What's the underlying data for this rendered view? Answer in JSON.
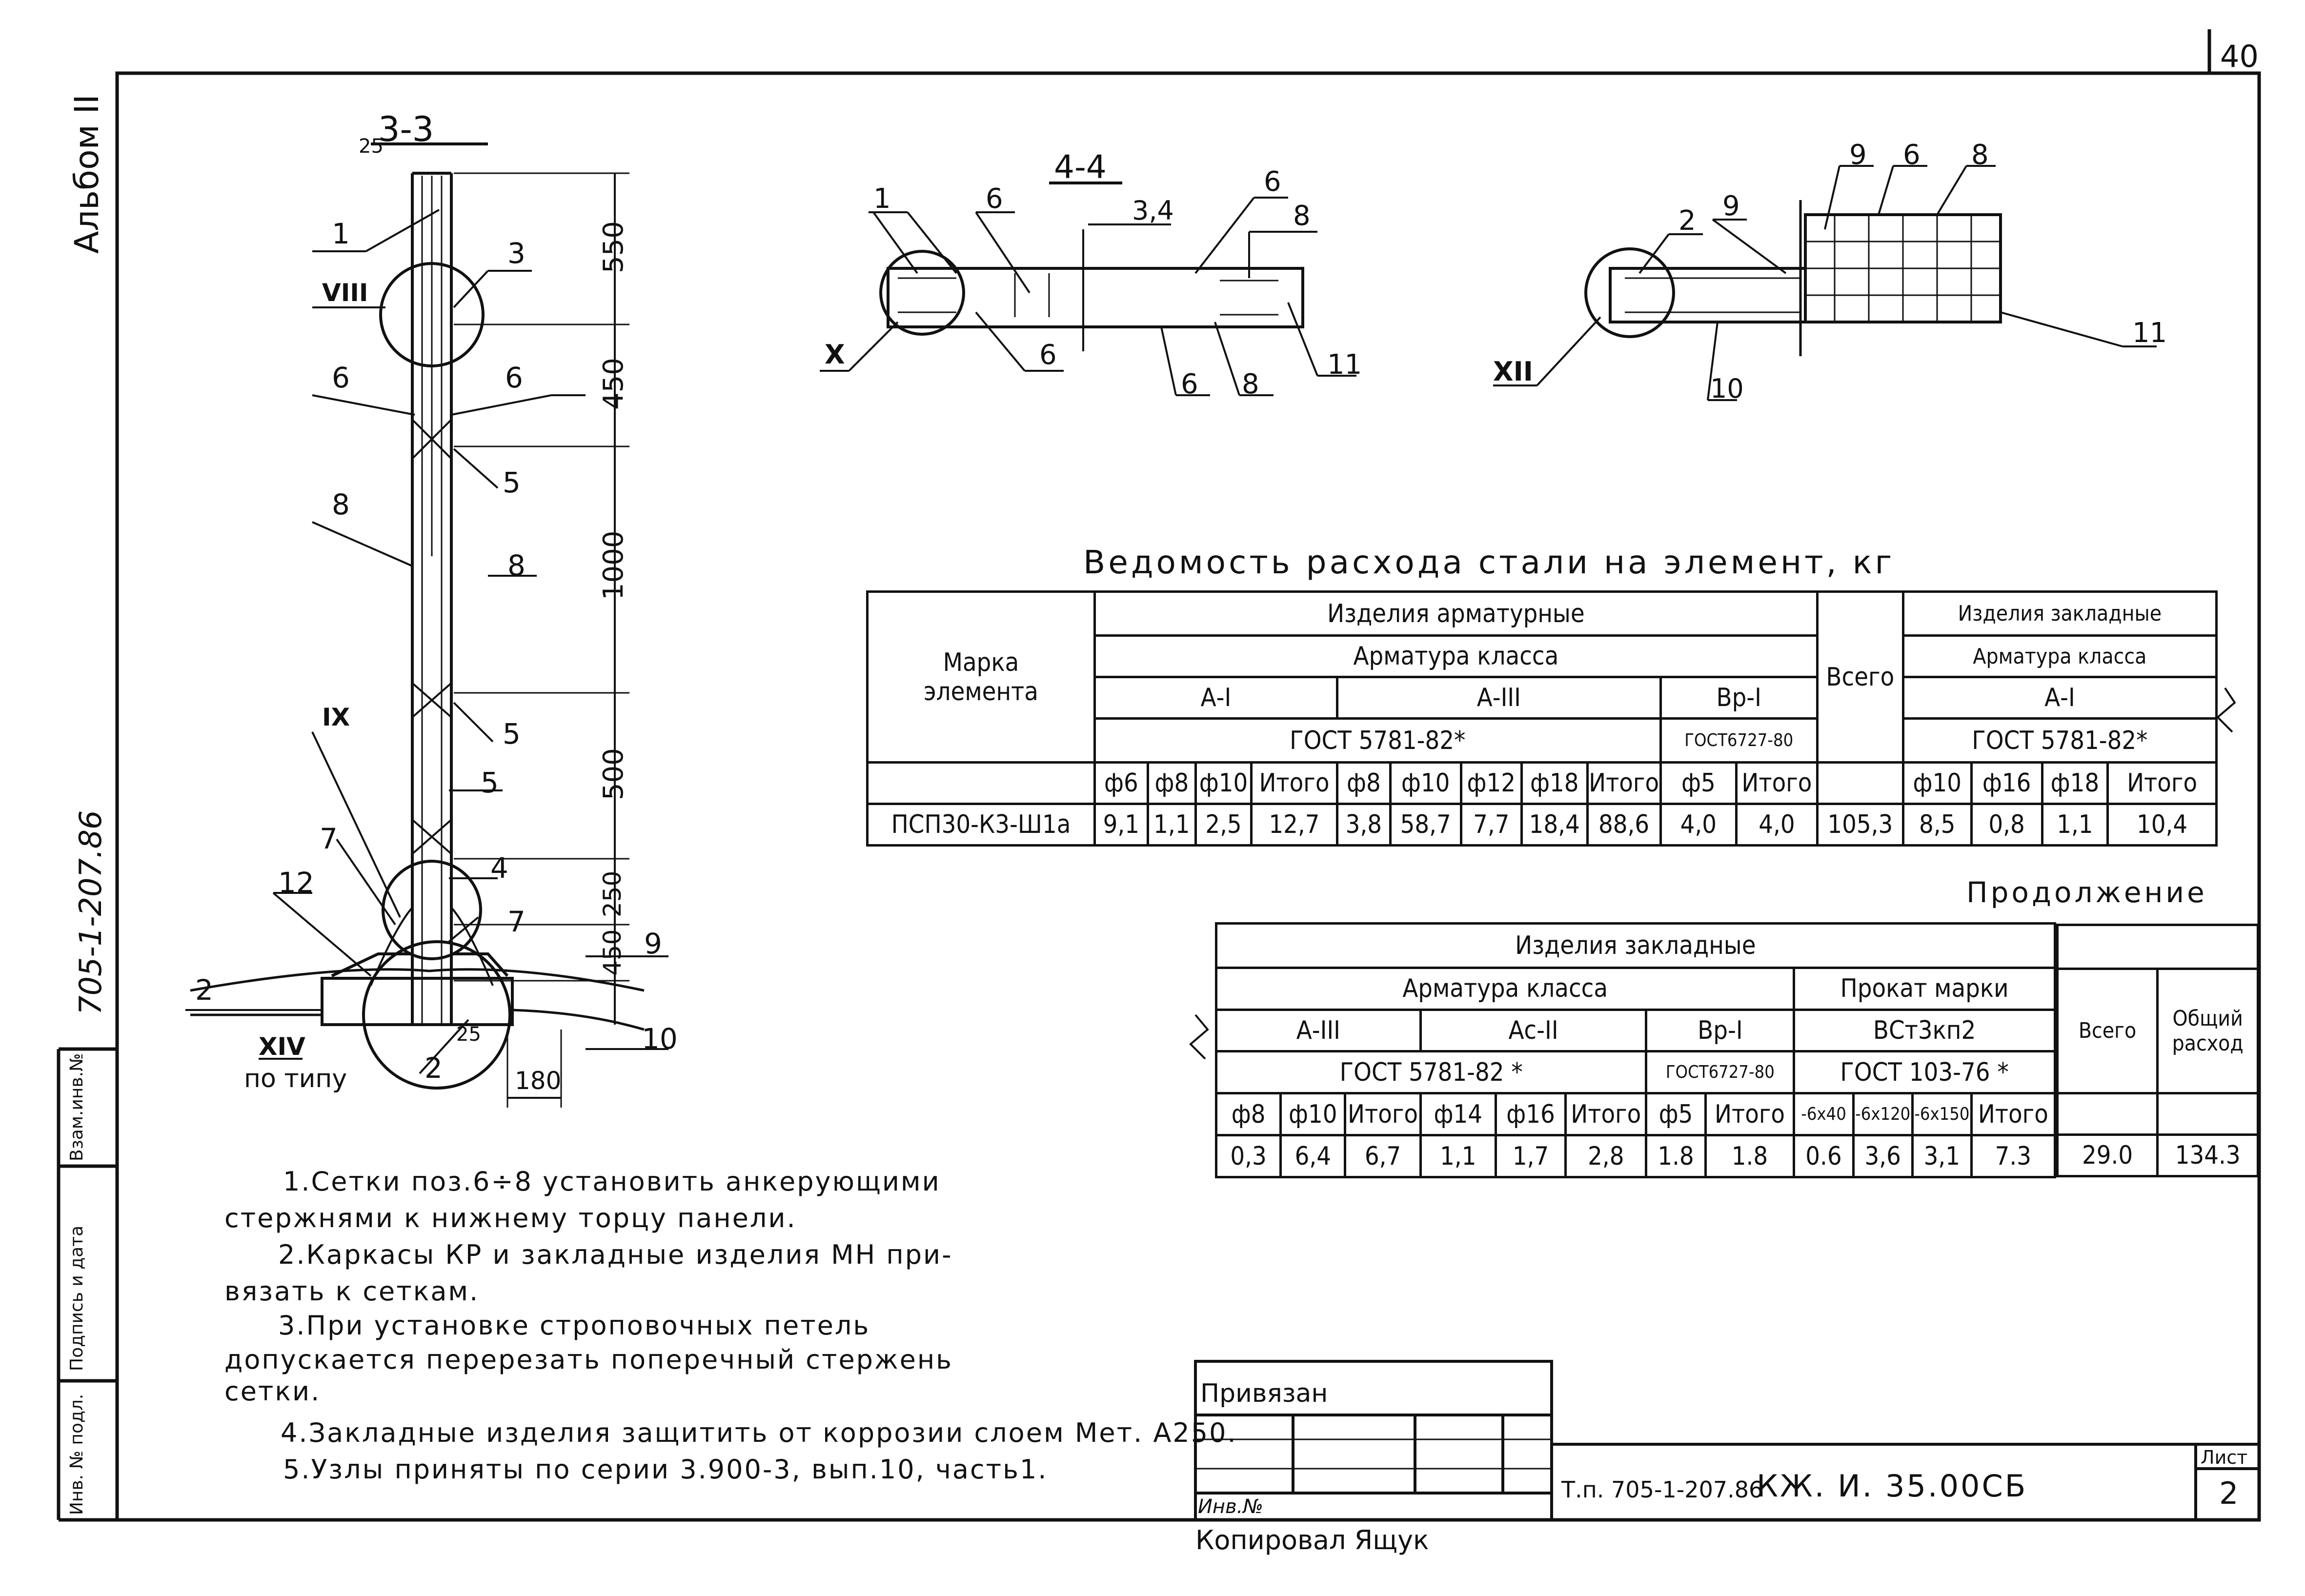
{
  "page_number": "40",
  "album_label": "Альбом II",
  "side_code": "705-1-207.86",
  "side_stamp_labels": [
    "Взам.инв.№",
    "Подпись и дата",
    "Инв. № подл."
  ],
  "sections": {
    "s33": "3-3",
    "s44": "4-4"
  },
  "callouts_33": [
    "1",
    "3",
    "VIII",
    "6",
    "6",
    "5",
    "8",
    "8",
    "5",
    "5",
    "IX",
    "7",
    "4",
    "12",
    "7",
    "9",
    "2",
    "XIV",
    "10",
    "2"
  ],
  "labels_33": {
    "dim25": "25",
    "dim25b": "25",
    "dim180": "180",
    "po_tipu": "по типу"
  },
  "dims_33": [
    "550",
    "450",
    "1000",
    "500",
    "250",
    "450"
  ],
  "callouts_44": [
    "1",
    "6",
    "3,4",
    "6",
    "8",
    "X",
    "6",
    "6",
    "8",
    "11"
  ],
  "callouts_right": [
    "9",
    "6",
    "8",
    "2",
    "9",
    "XII",
    "10",
    "11"
  ],
  "table1": {
    "title": "Ведомость расхода стали на элемент, кг",
    "mark_header": "Марка элемента",
    "armat": "Изделия арматурные",
    "armat_class": "Арматура класса",
    "a1": "А-I",
    "a3": "А-III",
    "vr1": "Вр-I",
    "gost5781": "ГОСТ 5781-82*",
    "gost6727": "ГОСТ6727-80",
    "vsego": "Всего",
    "zaklad": "Изделия закладные",
    "zaklad_class": "Арматура класса",
    "z_a1": "А-I",
    "z_gost": "ГОСТ 5781-82*",
    "cols": [
      "ф6",
      "ф8",
      "ф10",
      "Итого",
      "ф8",
      "ф10",
      "ф12",
      "ф18",
      "Итого",
      "ф5",
      "Итого",
      "ф10",
      "ф16",
      "ф18",
      "Итого"
    ],
    "row_mark": "ПСП30-К3-Ш1а",
    "row_values": [
      "9,1",
      "1,1",
      "2,5",
      "12,7",
      "3,8",
      "58,7",
      "7,7",
      "18,4",
      "88,6",
      "4,0",
      "4,0",
      "105,3",
      "8,5",
      "0,8",
      "1,1",
      "10,4"
    ]
  },
  "table2": {
    "continuation": "Продолжение",
    "zaklad": "Изделия закладные",
    "armat_class": "Арматура класса",
    "prokat": "Прокат марки",
    "a3": "А-III",
    "ac2": "Ас-II",
    "vr1": "Вр-I",
    "vst": "ВСт3кп2",
    "gost5781": "ГОСТ 5781-82 *",
    "gost6727": "ГОСТ6727-80",
    "gost103": "ГОСТ 103-76 *",
    "vsego": "Всего",
    "total": "Общий расход",
    "cols": [
      "ф8",
      "ф10",
      "Итого",
      "ф14",
      "ф16",
      "Итого",
      "ф5",
      "Итого",
      "-6х40",
      "-6х120",
      "-6х150",
      "Итого"
    ],
    "row_values": [
      "0,3",
      "6,4",
      "6,7",
      "1,1",
      "1,7",
      "2,8",
      "1.8",
      "1.8",
      "0.6",
      "3,6",
      "3,1",
      "7.3",
      "29.0",
      "134.3"
    ]
  },
  "notes": [
    "1.Сетки поз.6÷8 установить анкерующими",
    "стержнями к нижнему торцу панели.",
    "2.Каркасы КР и закладные изделия МН при-",
    "вязать к сеткам.",
    "3.При установке строповочных петель",
    "допускается перерезать поперечный стержень",
    "сетки.",
    "4.Закладные изделия защитить от коррозии слоем Мет. А250.",
    "5.Узлы приняты по серии 3.900-3, вып.10, часть1."
  ],
  "titleblock": {
    "privyazan": "Привязан",
    "inv": "Инв.№",
    "code": "Т.п. 705-1-207.86",
    "doc": "КЖ. И. 35.00СБ",
    "list_label": "Лист",
    "list_no": "2",
    "copied": "Копировал Ящук"
  }
}
